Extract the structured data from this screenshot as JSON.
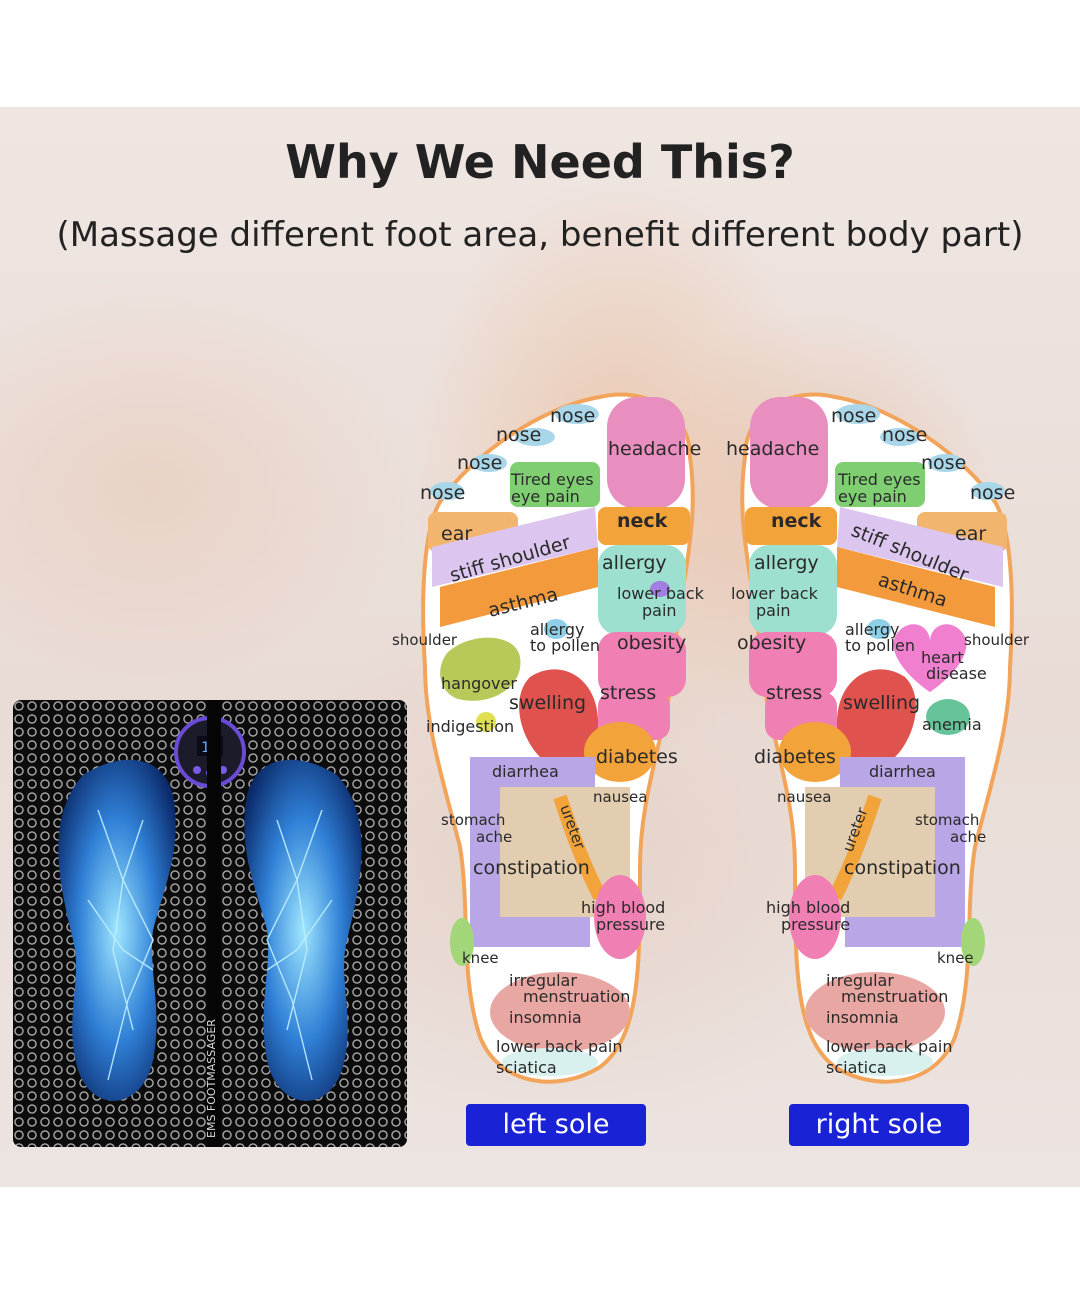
{
  "header": {
    "title": "Why We Need This?",
    "subtitle": "(Massage different foot area, benefit different body part)"
  },
  "device": {
    "brand": "EMS FOOTMASSAGER",
    "display_value": "18"
  },
  "left_sole": {
    "button": "left sole",
    "labels": {
      "nose1": "nose",
      "nose2": "nose",
      "nose3": "nose",
      "nose4": "nose",
      "headache": "headache",
      "tired1": "Tired eyes",
      "tired2": "eye pain",
      "ear": "ear",
      "neck": "neck",
      "stiff": "stiff shoulder",
      "allergy": "allergy",
      "asthma": "asthma",
      "lowerback1": "lower back",
      "lowerback2": "pain",
      "shoulder": "shoulder",
      "pollen1": "allergy",
      "pollen2": "to pollen",
      "obesity": "obesity",
      "hangover": "hangover",
      "stress": "stress",
      "swelling": "swelling",
      "indigestion": "indigestion",
      "diabetes": "diabetes",
      "diarrhea": "diarrhea",
      "nausea": "nausea",
      "ureter": "ureter",
      "stomach1": "stomach",
      "stomach2": "ache",
      "constipation": "constipation",
      "bp1": "high blood",
      "bp2": "pressure",
      "knee": "knee",
      "irreg1": "irregular",
      "irreg2": "menstruation",
      "insomnia": "insomnia",
      "lbp": "lower back pain",
      "sciatica": "sciatica"
    }
  },
  "right_sole": {
    "button": "right sole",
    "labels": {
      "nose1": "nose",
      "nose2": "nose",
      "nose3": "nose",
      "nose4": "nose",
      "headache": "headache",
      "tired1": "Tired eyes",
      "tired2": "eye pain",
      "ear": "ear",
      "neck": "neck",
      "stiff": "stiff shoulder",
      "allergy": "allergy",
      "asthma": "asthma",
      "lowerback1": "lower back",
      "lowerback2": "pain",
      "shoulder": "shoulder",
      "pollen1": "allergy",
      "pollen2": "to pollen",
      "heart1": "heart",
      "heart2": "disease",
      "obesity": "obesity",
      "stress": "stress",
      "swelling": "swelling",
      "anemia": "anemia",
      "diabetes": "diabetes",
      "diarrhea": "diarrhea",
      "nausea": "nausea",
      "ureter": "ureter",
      "stomach1": "stomach",
      "stomach2": "ache",
      "constipation": "constipation",
      "bp1": "high blood",
      "bp2": "pressure",
      "knee": "knee",
      "irreg1": "irregular",
      "irreg2": "menstruation",
      "insomnia": "insomnia",
      "lbp": "lower back pain",
      "sciatica": "sciatica"
    }
  },
  "colors": {
    "button": "#1a22d6",
    "headache": "#e88fbf",
    "neck": "#f2a33a",
    "allergy": "#9ee0cf",
    "stiff_shoulder": "#dcc6ef",
    "asthma": "#f39a3c",
    "stomach": "#b9a6e6",
    "swelling": "#e0524e",
    "hangover": "#b8c95a"
  }
}
